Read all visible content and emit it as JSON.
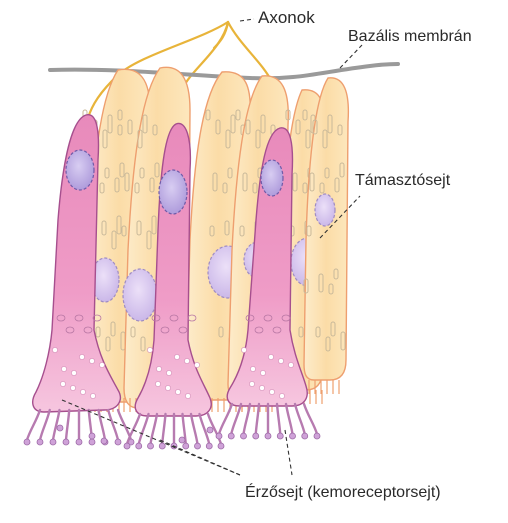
{
  "labels": {
    "axonok": "Axonok",
    "bazalis_membran": "Bazális membrán",
    "tamasztosejt": "Támasztósejt",
    "erzosejt": "Érzősejt (kemoreceptorsejt)"
  },
  "colors": {
    "axon": "#e8b43a",
    "membrane": "#9a9a9a",
    "receptor_fill": "#ec9cc4",
    "receptor_fill_light": "#f4bcd8",
    "receptor_outline": "#a64f8e",
    "nucleus_receptor": "#b9a6e0",
    "support_fill": "#fbe1b0",
    "support_outline": "#ee9f6f",
    "nucleus_support": "#d7c4ee",
    "mito": "#c9b99a",
    "leader": "#333333"
  }
}
